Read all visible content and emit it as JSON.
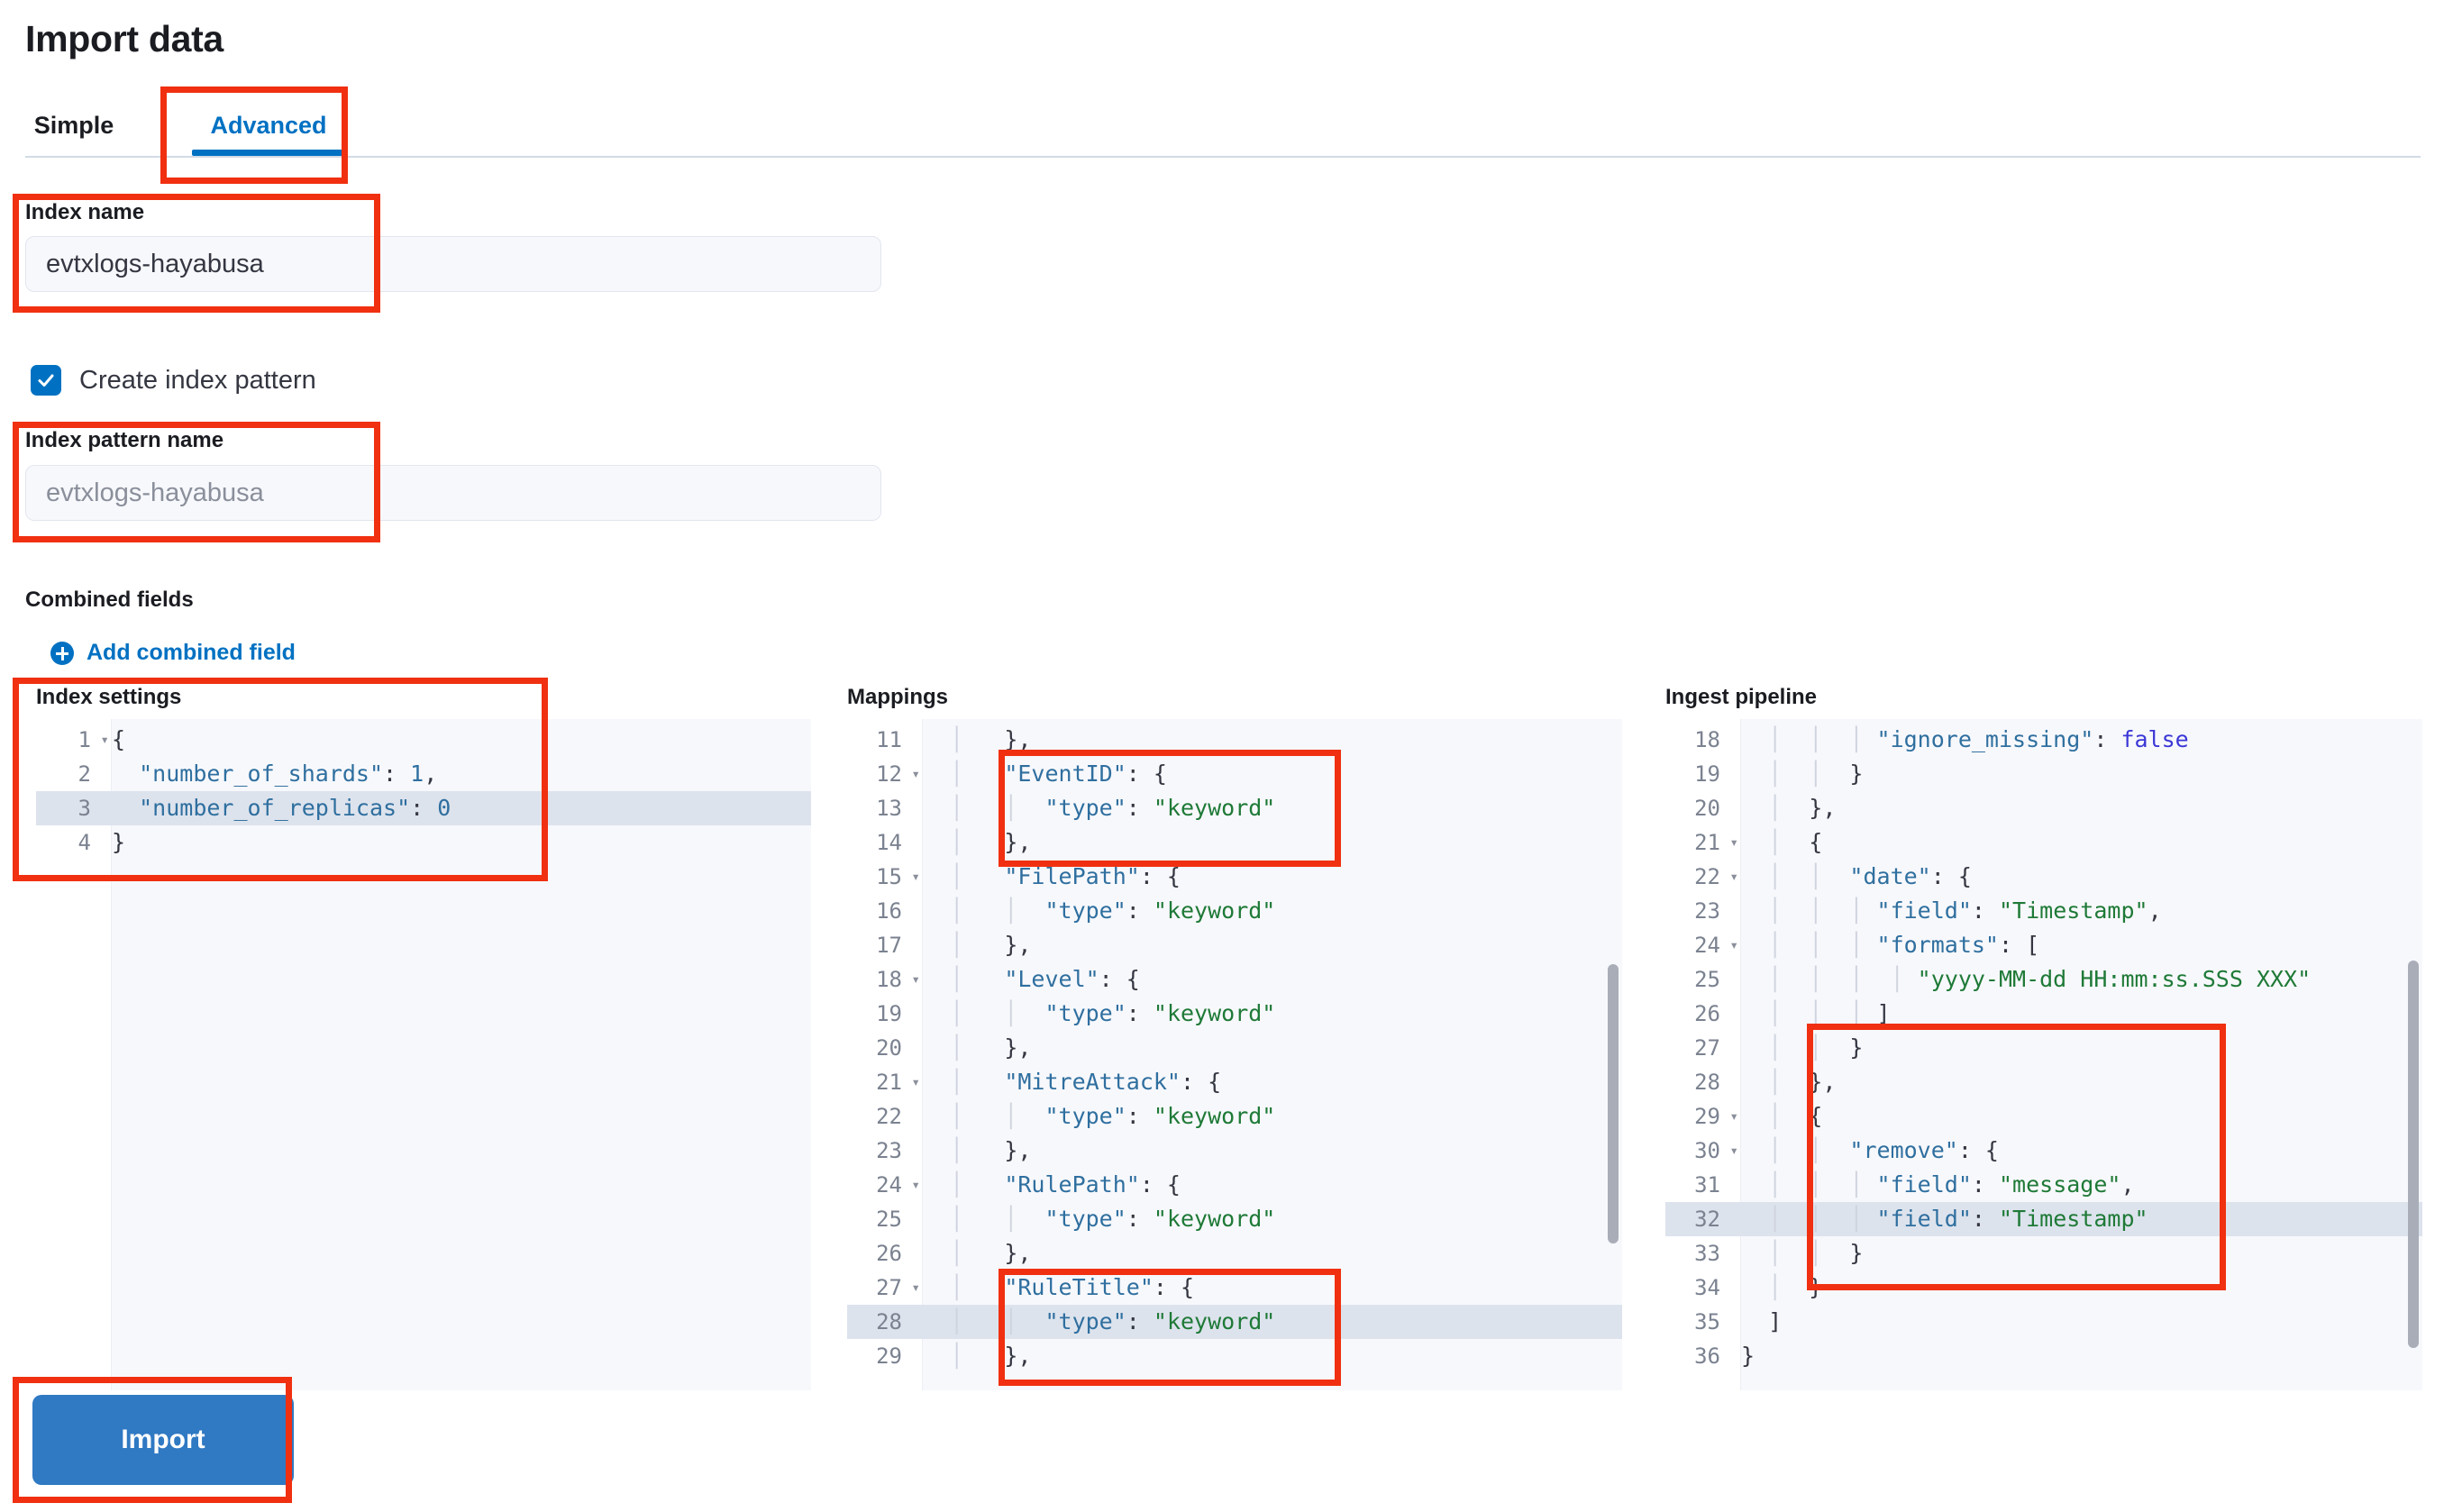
{
  "page": {
    "title": "Import data"
  },
  "tabs": [
    {
      "label": "Simple",
      "active": false
    },
    {
      "label": "Advanced",
      "active": true
    }
  ],
  "index_name": {
    "label": "Index name",
    "value": "evtxlogs-hayabusa"
  },
  "create_index_pattern": {
    "label": "Create index pattern",
    "checked": true
  },
  "index_pattern_name": {
    "label": "Index pattern name",
    "placeholder": "evtxlogs-hayabusa"
  },
  "combined_fields": {
    "label": "Combined fields",
    "add_link": "Add combined field"
  },
  "editors": {
    "index_settings": {
      "title": "Index settings",
      "highlighted_line": 3,
      "lines": [
        {
          "num": "1",
          "fold": true,
          "segments": [
            {
              "t": "{",
              "c": "p"
            }
          ]
        },
        {
          "num": "2",
          "fold": false,
          "segments": [
            {
              "t": "  ",
              "c": "p"
            },
            {
              "t": "\"number_of_shards\"",
              "c": "k"
            },
            {
              "t": ": ",
              "c": "p"
            },
            {
              "t": "1",
              "c": "n"
            },
            {
              "t": ",",
              "c": "p"
            }
          ]
        },
        {
          "num": "3",
          "fold": false,
          "segments": [
            {
              "t": "  ",
              "c": "p"
            },
            {
              "t": "\"number_of_replicas\"",
              "c": "k"
            },
            {
              "t": ": ",
              "c": "p"
            },
            {
              "t": "0",
              "c": "n"
            }
          ]
        },
        {
          "num": "4",
          "fold": false,
          "segments": [
            {
              "t": "}",
              "c": "p"
            }
          ]
        }
      ]
    },
    "mappings": {
      "title": "Mappings",
      "highlighted_line": 28,
      "lines": [
        {
          "num": "11",
          "fold": false,
          "segments": [
            {
              "t": "  │   ",
              "c": "ig"
            },
            {
              "t": "},",
              "c": "p"
            }
          ]
        },
        {
          "num": "12",
          "fold": true,
          "segments": [
            {
              "t": "  │   ",
              "c": "ig"
            },
            {
              "t": "\"EventID\"",
              "c": "k"
            },
            {
              "t": ": {",
              "c": "p"
            }
          ]
        },
        {
          "num": "13",
          "fold": false,
          "segments": [
            {
              "t": "  │   │ ",
              "c": "ig"
            },
            {
              "t": " \"type\"",
              "c": "k"
            },
            {
              "t": ": ",
              "c": "p"
            },
            {
              "t": "\"keyword\"",
              "c": "s"
            }
          ]
        },
        {
          "num": "14",
          "fold": false,
          "segments": [
            {
              "t": "  │   ",
              "c": "ig"
            },
            {
              "t": "},",
              "c": "p"
            }
          ]
        },
        {
          "num": "15",
          "fold": true,
          "segments": [
            {
              "t": "  │   ",
              "c": "ig"
            },
            {
              "t": "\"FilePath\"",
              "c": "k"
            },
            {
              "t": ": {",
              "c": "p"
            }
          ]
        },
        {
          "num": "16",
          "fold": false,
          "segments": [
            {
              "t": "  │   │ ",
              "c": "ig"
            },
            {
              "t": " \"type\"",
              "c": "k"
            },
            {
              "t": ": ",
              "c": "p"
            },
            {
              "t": "\"keyword\"",
              "c": "s"
            }
          ]
        },
        {
          "num": "17",
          "fold": false,
          "segments": [
            {
              "t": "  │   ",
              "c": "ig"
            },
            {
              "t": "},",
              "c": "p"
            }
          ]
        },
        {
          "num": "18",
          "fold": true,
          "segments": [
            {
              "t": "  │   ",
              "c": "ig"
            },
            {
              "t": "\"Level\"",
              "c": "k"
            },
            {
              "t": ": {",
              "c": "p"
            }
          ]
        },
        {
          "num": "19",
          "fold": false,
          "segments": [
            {
              "t": "  │   │ ",
              "c": "ig"
            },
            {
              "t": " \"type\"",
              "c": "k"
            },
            {
              "t": ": ",
              "c": "p"
            },
            {
              "t": "\"keyword\"",
              "c": "s"
            }
          ]
        },
        {
          "num": "20",
          "fold": false,
          "segments": [
            {
              "t": "  │   ",
              "c": "ig"
            },
            {
              "t": "},",
              "c": "p"
            }
          ]
        },
        {
          "num": "21",
          "fold": true,
          "segments": [
            {
              "t": "  │   ",
              "c": "ig"
            },
            {
              "t": "\"MitreAttack\"",
              "c": "k"
            },
            {
              "t": ": {",
              "c": "p"
            }
          ]
        },
        {
          "num": "22",
          "fold": false,
          "segments": [
            {
              "t": "  │   │ ",
              "c": "ig"
            },
            {
              "t": " \"type\"",
              "c": "k"
            },
            {
              "t": ": ",
              "c": "p"
            },
            {
              "t": "\"keyword\"",
              "c": "s"
            }
          ]
        },
        {
          "num": "23",
          "fold": false,
          "segments": [
            {
              "t": "  │   ",
              "c": "ig"
            },
            {
              "t": "},",
              "c": "p"
            }
          ]
        },
        {
          "num": "24",
          "fold": true,
          "segments": [
            {
              "t": "  │   ",
              "c": "ig"
            },
            {
              "t": "\"RulePath\"",
              "c": "k"
            },
            {
              "t": ": {",
              "c": "p"
            }
          ]
        },
        {
          "num": "25",
          "fold": false,
          "segments": [
            {
              "t": "  │   │ ",
              "c": "ig"
            },
            {
              "t": " \"type\"",
              "c": "k"
            },
            {
              "t": ": ",
              "c": "p"
            },
            {
              "t": "\"keyword\"",
              "c": "s"
            }
          ]
        },
        {
          "num": "26",
          "fold": false,
          "segments": [
            {
              "t": "  │   ",
              "c": "ig"
            },
            {
              "t": "},",
              "c": "p"
            }
          ]
        },
        {
          "num": "27",
          "fold": true,
          "segments": [
            {
              "t": "  │   ",
              "c": "ig"
            },
            {
              "t": "\"RuleTitle\"",
              "c": "k"
            },
            {
              "t": ": {",
              "c": "p"
            }
          ]
        },
        {
          "num": "28",
          "fold": false,
          "segments": [
            {
              "t": "  │   │ ",
              "c": "ig"
            },
            {
              "t": " \"type\"",
              "c": "k"
            },
            {
              "t": ": ",
              "c": "p"
            },
            {
              "t": "\"keyword\"",
              "c": "s"
            }
          ]
        },
        {
          "num": "29",
          "fold": false,
          "segments": [
            {
              "t": "  │   ",
              "c": "ig"
            },
            {
              "t": "},",
              "c": "p"
            }
          ]
        }
      ]
    },
    "ingest_pipeline": {
      "title": "Ingest pipeline",
      "highlighted_line": 32,
      "lines": [
        {
          "num": "18",
          "fold": false,
          "segments": [
            {
              "t": "  │  │  │ ",
              "c": "ig"
            },
            {
              "t": "\"ignore_missing\"",
              "c": "k"
            },
            {
              "t": ": ",
              "c": "p"
            },
            {
              "t": "false",
              "c": "b"
            }
          ]
        },
        {
          "num": "19",
          "fold": false,
          "segments": [
            {
              "t": "  │  │ ",
              "c": "ig"
            },
            {
              "t": " }",
              "c": "p"
            }
          ]
        },
        {
          "num": "20",
          "fold": false,
          "segments": [
            {
              "t": "  │ ",
              "c": "ig"
            },
            {
              "t": " },",
              "c": "p"
            }
          ]
        },
        {
          "num": "21",
          "fold": true,
          "segments": [
            {
              "t": "  │ ",
              "c": "ig"
            },
            {
              "t": " {",
              "c": "p"
            }
          ]
        },
        {
          "num": "22",
          "fold": true,
          "segments": [
            {
              "t": "  │  │ ",
              "c": "ig"
            },
            {
              "t": " \"date\"",
              "c": "k"
            },
            {
              "t": ": {",
              "c": "p"
            }
          ]
        },
        {
          "num": "23",
          "fold": false,
          "segments": [
            {
              "t": "  │  │  │ ",
              "c": "ig"
            },
            {
              "t": "\"field\"",
              "c": "k"
            },
            {
              "t": ": ",
              "c": "p"
            },
            {
              "t": "\"Timestamp\"",
              "c": "s"
            },
            {
              "t": ",",
              "c": "p"
            }
          ]
        },
        {
          "num": "24",
          "fold": true,
          "segments": [
            {
              "t": "  │  │  │ ",
              "c": "ig"
            },
            {
              "t": "\"formats\"",
              "c": "k"
            },
            {
              "t": ": [",
              "c": "p"
            }
          ]
        },
        {
          "num": "25",
          "fold": false,
          "segments": [
            {
              "t": "  │  │  │  │ ",
              "c": "ig"
            },
            {
              "t": "\"yyyy-MM-dd HH:mm:ss.SSS XXX\"",
              "c": "s"
            }
          ]
        },
        {
          "num": "26",
          "fold": false,
          "segments": [
            {
              "t": "  │  │  │ ",
              "c": "ig"
            },
            {
              "t": "]",
              "c": "p"
            }
          ]
        },
        {
          "num": "27",
          "fold": false,
          "segments": [
            {
              "t": "  │  │ ",
              "c": "ig"
            },
            {
              "t": " }",
              "c": "p"
            }
          ]
        },
        {
          "num": "28",
          "fold": false,
          "segments": [
            {
              "t": "  │ ",
              "c": "ig"
            },
            {
              "t": " },",
              "c": "p"
            }
          ]
        },
        {
          "num": "29",
          "fold": true,
          "segments": [
            {
              "t": "  │ ",
              "c": "ig"
            },
            {
              "t": " {",
              "c": "p"
            }
          ]
        },
        {
          "num": "30",
          "fold": true,
          "segments": [
            {
              "t": "  │  │ ",
              "c": "ig"
            },
            {
              "t": " \"remove\"",
              "c": "k"
            },
            {
              "t": ": {",
              "c": "p"
            }
          ]
        },
        {
          "num": "31",
          "fold": false,
          "segments": [
            {
              "t": "  │  │  │ ",
              "c": "ig"
            },
            {
              "t": "\"field\"",
              "c": "k"
            },
            {
              "t": ": ",
              "c": "p"
            },
            {
              "t": "\"message\"",
              "c": "s"
            },
            {
              "t": ",",
              "c": "p"
            }
          ]
        },
        {
          "num": "32",
          "fold": false,
          "segments": [
            {
              "t": "  │  │  │ ",
              "c": "ig"
            },
            {
              "t": "\"field\"",
              "c": "k"
            },
            {
              "t": ": ",
              "c": "p"
            },
            {
              "t": "\"Timestamp\"",
              "c": "s"
            }
          ]
        },
        {
          "num": "33",
          "fold": false,
          "segments": [
            {
              "t": "  │  │ ",
              "c": "ig"
            },
            {
              "t": " }",
              "c": "p"
            }
          ]
        },
        {
          "num": "34",
          "fold": false,
          "segments": [
            {
              "t": "  │ ",
              "c": "ig"
            },
            {
              "t": " }",
              "c": "p"
            }
          ]
        },
        {
          "num": "35",
          "fold": false,
          "segments": [
            {
              "t": "  ",
              "c": "ig"
            },
            {
              "t": "]",
              "c": "p"
            }
          ]
        },
        {
          "num": "36",
          "fold": false,
          "segments": [
            {
              "t": "}",
              "c": "p"
            }
          ]
        }
      ]
    }
  },
  "import_button": {
    "label": "Import"
  },
  "colors": {
    "accent": "#0071c2",
    "button": "#3079c3",
    "annotation": "#f03010",
    "string": "#1f7a37",
    "key": "#2f6f9f",
    "boolean": "#3b37d6",
    "editor_bg": "#f7f8fc",
    "highlight_row": "#dde3ed"
  }
}
